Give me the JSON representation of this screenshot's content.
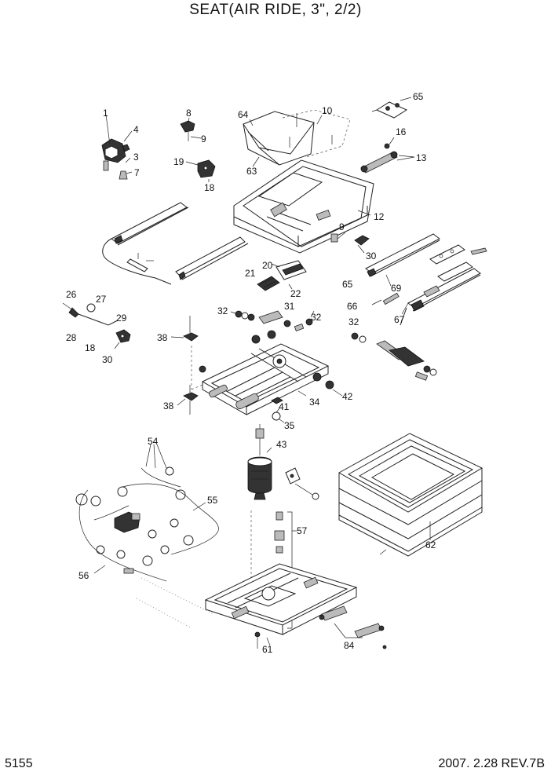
{
  "header": {
    "title": "SEAT(AIR RIDE, 3\", 2/2)"
  },
  "footer": {
    "page_number": "5155",
    "revision": "2007. 2.28  REV.7B"
  },
  "callouts": [
    "1",
    "4",
    "3",
    "7",
    "8",
    "9",
    "19",
    "18",
    "64",
    "10",
    "63",
    "65",
    "16",
    "13",
    "12",
    "9",
    "30",
    "20",
    "21",
    "22",
    "65",
    "69",
    "66",
    "67",
    "26",
    "27",
    "29",
    "28",
    "18",
    "30",
    "32",
    "31",
    "32",
    "38",
    "32",
    "42",
    "34",
    "38",
    "41",
    "35",
    "54",
    "43",
    "55",
    "57",
    "62",
    "56",
    "61",
    "84"
  ]
}
